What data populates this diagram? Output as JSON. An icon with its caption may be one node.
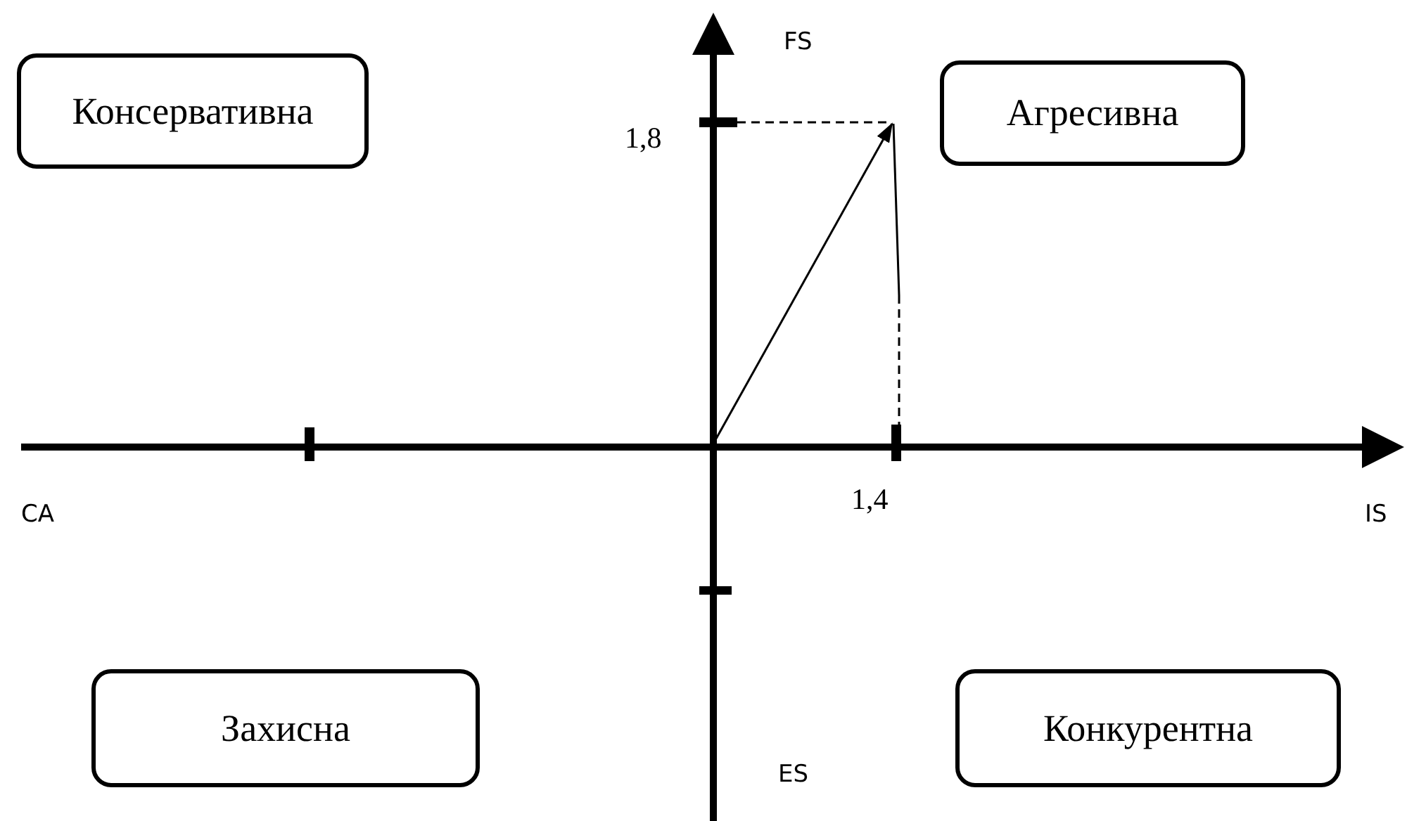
{
  "diagram": {
    "nodes": [
      {
        "text": [
          "Консервативна"
        ]
      },
      {
        "text": [
          "Агресивна"
        ]
      },
      {
        "text": [
          "Захисна"
        ]
      },
      {
        "text": [
          "Конкурентна"
        ]
      }
    ],
    "labels": [
      "FS",
      "1,8",
      "CA",
      "1,4",
      "IS",
      "ES"
    ]
  }
}
